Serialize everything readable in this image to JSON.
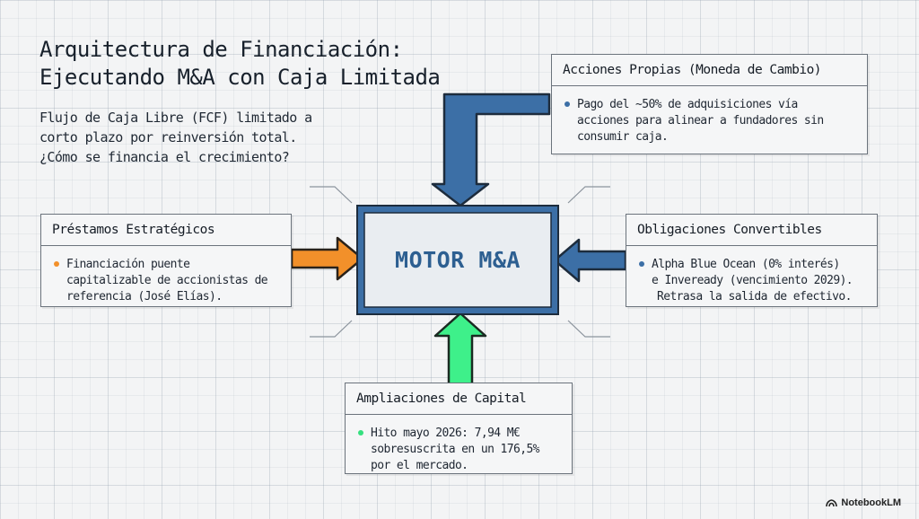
{
  "title": {
    "line1": "Arquitectura de Financiación:",
    "line2": "Ejecutando M&A con Caja Limitada"
  },
  "intro": {
    "line1": "Flujo de Caja Libre (FCF) limitado a",
    "line2": "corto plazo por reinversión total.",
    "line3": "¿Cómo se financia el crecimiento?"
  },
  "center": {
    "label": "MOTOR M&A"
  },
  "cards": {
    "acciones": {
      "title": "Acciones Propias (Moneda de Cambio)",
      "lines": [
        "Pago del ~50% de adquisiciones vía",
        "acciones para alinear a fundadores sin",
        "consumir caja."
      ],
      "bullet_color": "#3c6fa6",
      "arrow_color": "#3c6fa6"
    },
    "prestamos": {
      "title": "Préstamos Estratégicos",
      "lines": [
        "Financiación puente",
        "capitalizable de accionistas de",
        "referencia (José Elías)."
      ],
      "bullet_color": "#f2902a",
      "arrow_color": "#f2902a"
    },
    "obligaciones": {
      "title": "Obligaciones Convertibles",
      "lines": [
        "Alpha Blue Ocean (0% interés)",
        "e Inveready (vencimiento 2029).",
        "Retrasa la salida de efectivo."
      ],
      "bullet_color": "#3c6fa6",
      "arrow_color": "#3c6fa6"
    },
    "ampliaciones": {
      "title": "Ampliaciones de Capital",
      "lines": [
        "Hito mayo 2026: 7,94 M€",
        "sobresuscrita en un 176,5%",
        "por el mercado."
      ],
      "bullet_color": "#35e07f",
      "arrow_color": "#3ef08a"
    }
  },
  "watermark": {
    "text": "NotebookLM"
  }
}
